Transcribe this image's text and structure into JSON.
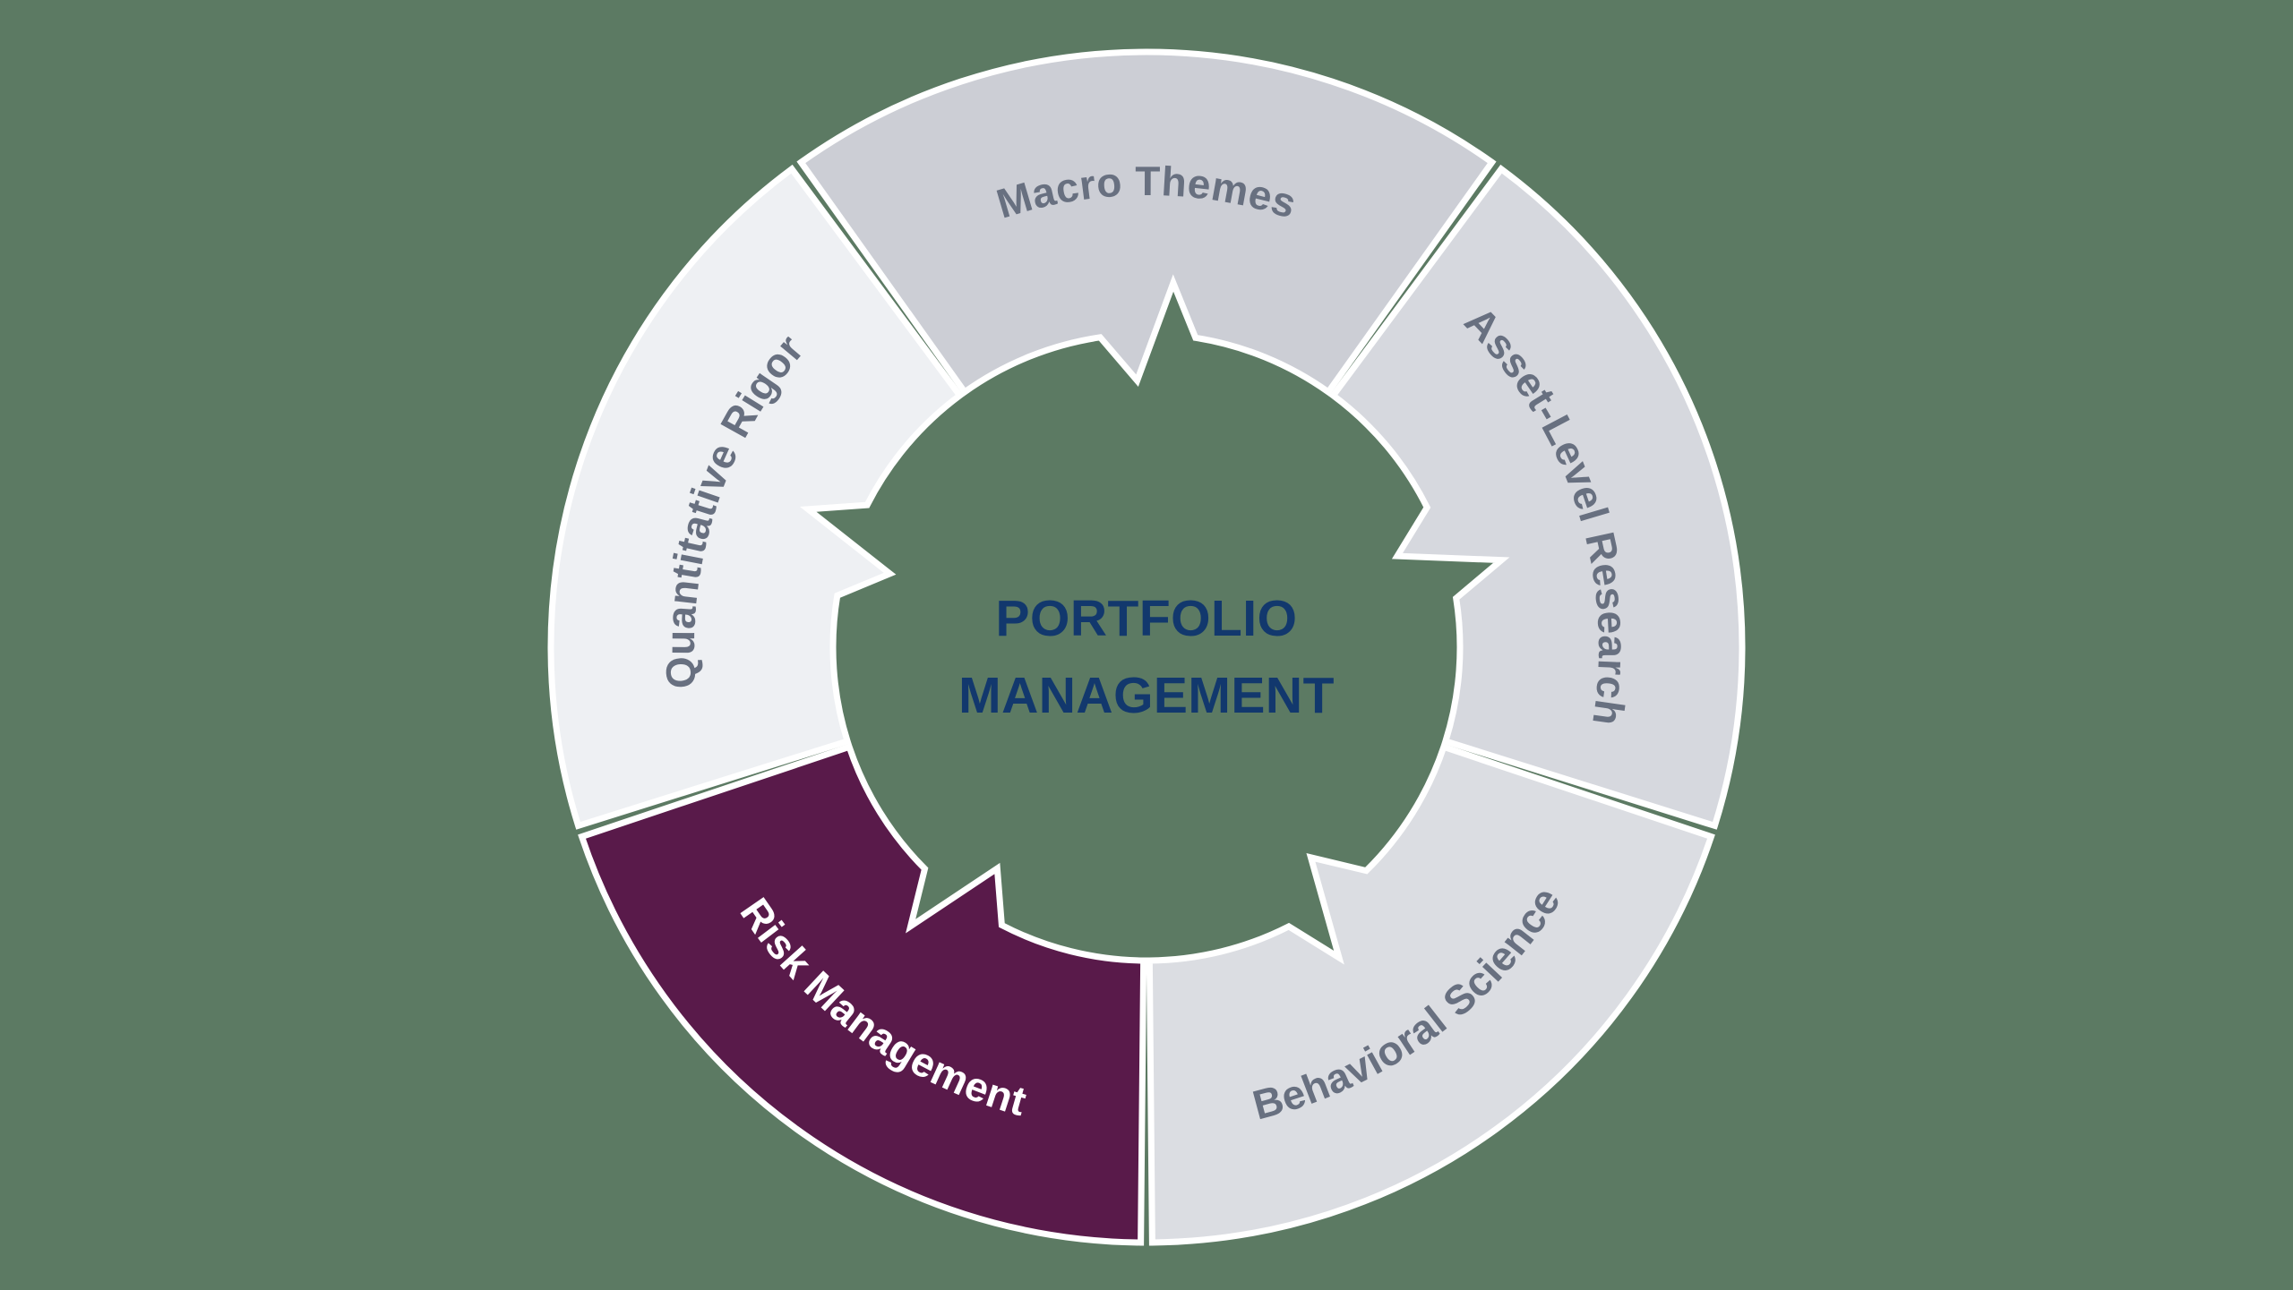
{
  "background_color": "#5c7a63",
  "wheel": {
    "type": "cycle-diagram",
    "center_label": {
      "line1": "PORTFOLIO",
      "line2": "MANAGEMENT",
      "color": "#12386d"
    },
    "gap_color": "#ffffff",
    "segments": [
      {
        "id": "macro-themes",
        "label": "Macro Themes",
        "fill": "#ccced5",
        "label_color": "#687080",
        "start_deg": -36,
        "end_deg": 36,
        "label_flipped": false
      },
      {
        "id": "asset-level-research",
        "label": "Asset-Level Research",
        "fill": "#d6d8de",
        "label_color": "#687080",
        "start_deg": 36,
        "end_deg": 108,
        "label_flipped": false
      },
      {
        "id": "behavioral-science",
        "label": "Behavioral Science",
        "fill": "#dbdde2",
        "label_color": "#687080",
        "start_deg": 108,
        "end_deg": 180,
        "label_flipped": true
      },
      {
        "id": "risk-management",
        "label": "Risk Management",
        "fill": "#591a4a",
        "label_color": "#ffffff",
        "start_deg": 180,
        "end_deg": 252,
        "label_flipped": true
      },
      {
        "id": "quantitative-rigor",
        "label": "Quantitative Rigor",
        "fill": "#eef0f3",
        "label_color": "#687080",
        "start_deg": 252,
        "end_deg": 324,
        "label_flipped": false
      }
    ]
  }
}
